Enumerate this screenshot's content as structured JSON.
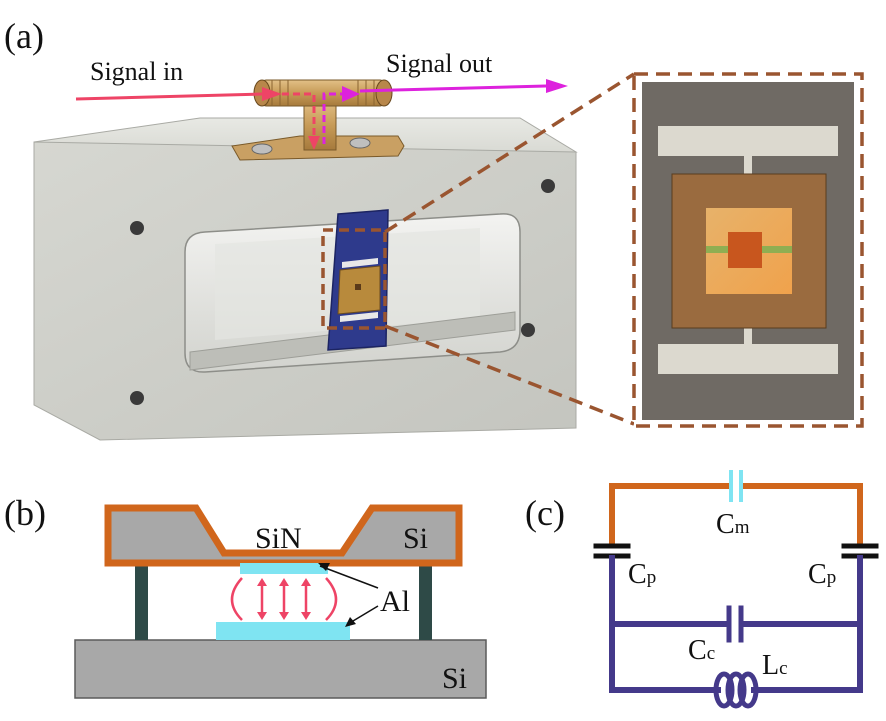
{
  "panel_a": {
    "label": "(a)",
    "signal_in": "Signal in",
    "signal_out": "Signal out"
  },
  "panel_b": {
    "label": "(b)",
    "membrane_material": "SiN",
    "top_substrate": "Si",
    "electrode_material": "Al",
    "bottom_substrate": "Si"
  },
  "panel_c": {
    "label": "(c)",
    "cm_main": "C",
    "cm_sub": "m",
    "cp_left_main": "C",
    "cp_left_sub": "p",
    "cp_right_main": "C",
    "cp_right_sub": "p",
    "cc_main": "C",
    "cc_sub": "c",
    "lc_main": "L",
    "lc_sub": "c"
  },
  "colors": {
    "signal_in_arrow": "#ee4466",
    "signal_out_arrow": "#dd22dd",
    "zoom_box": "#9a5530",
    "copper_frame": "#d0661c",
    "circuit_top": "#d0661c",
    "circuit_bottom": "#44398a",
    "electrode": "#7fe4f2",
    "silicon": "#a8a8a8",
    "field_lines": "#ee4466",
    "posts": "#2e4a47"
  }
}
